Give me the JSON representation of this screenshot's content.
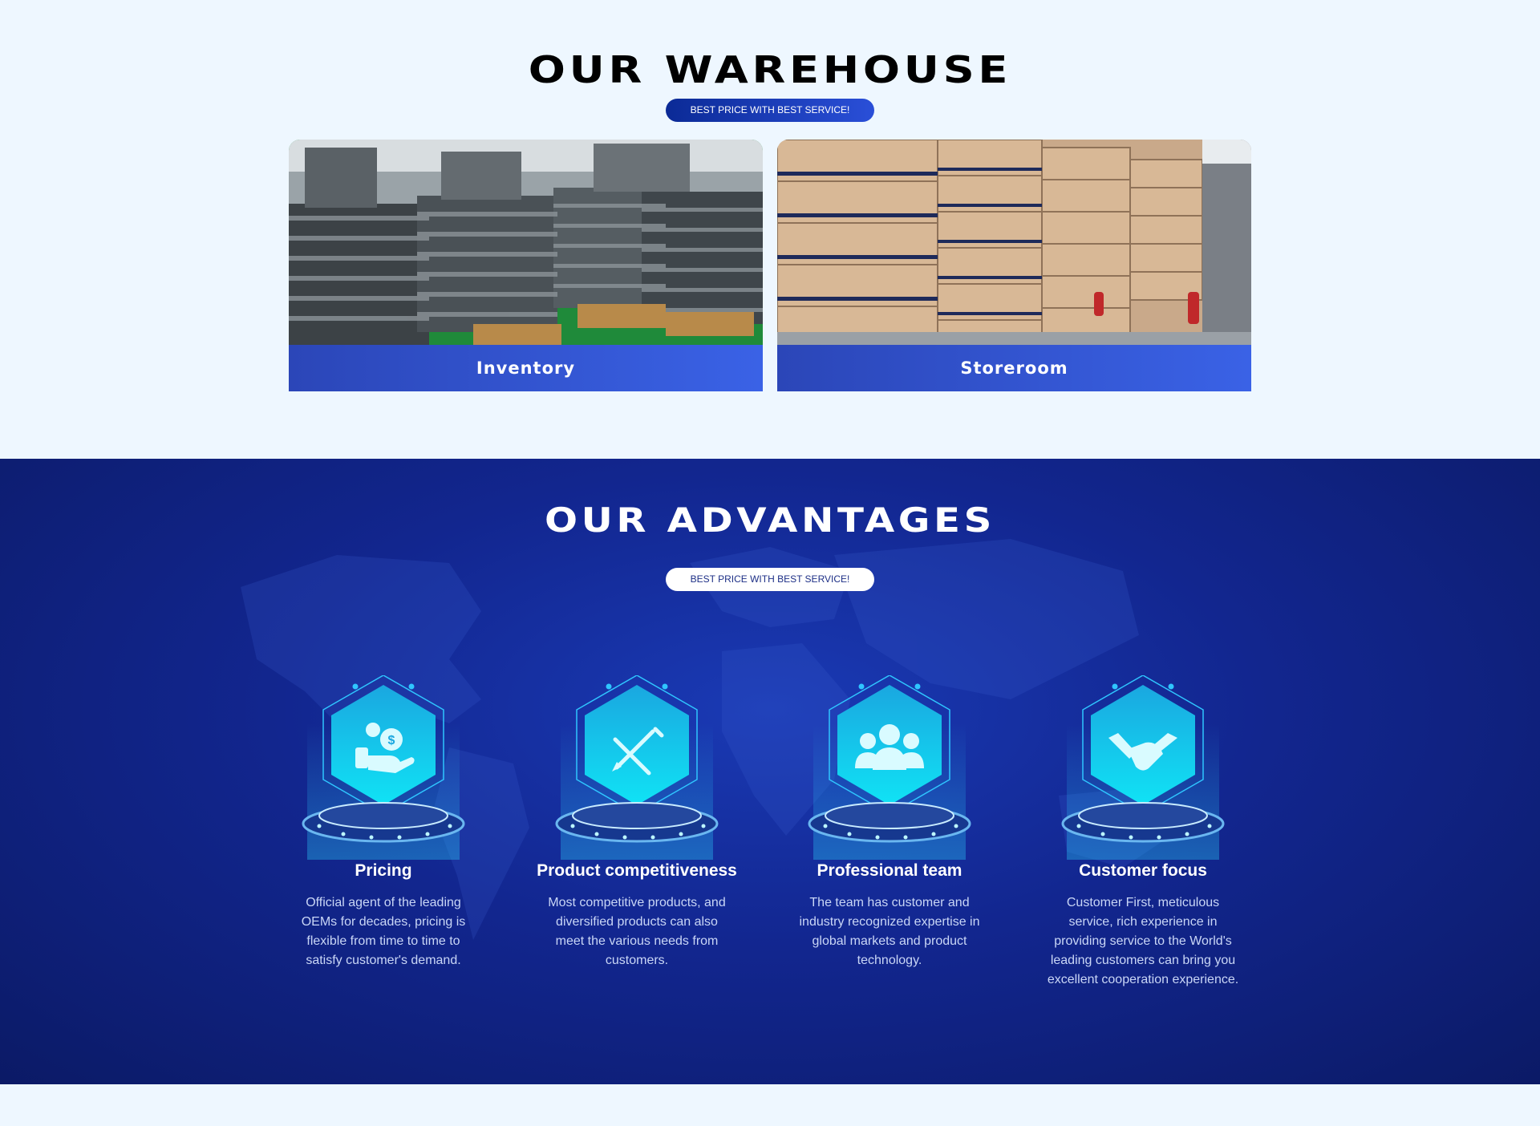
{
  "warehouse": {
    "title": "OUR WAREHOUSE",
    "tagline": "BEST PRICE WITH BEST SERVICE!",
    "cards": [
      {
        "label": "Inventory"
      },
      {
        "label": "Storeroom"
      }
    ]
  },
  "advantages": {
    "title": "OUR ADVANTAGES",
    "tagline": "BEST PRICE WITH BEST SERVICE!",
    "items": [
      {
        "icon": "money-hand-icon",
        "title": "Pricing",
        "description": "Official agent of the leading OEMs for decades, pricing is flexible from time to time to satisfy customer's demand."
      },
      {
        "icon": "pencil-ruler-icon",
        "title": "Product competitiveness",
        "description": "Most competitive products, and diversified products can also meet the various needs from customers."
      },
      {
        "icon": "team-icon",
        "title": "Professional team",
        "description": "The team has customer and industry recognized expertise in global markets and product technology."
      },
      {
        "icon": "handshake-icon",
        "title": "Customer focus",
        "description": "Customer First, meticulous service, rich experience in providing service to the World's leading customers can bring you excellent cooperation experience."
      }
    ]
  },
  "colors": {
    "accent_blue": "#2b46b8",
    "section_dark": "#12268f",
    "page_bg": "#eef7ff",
    "icon_cyan": "#12d8f0"
  }
}
